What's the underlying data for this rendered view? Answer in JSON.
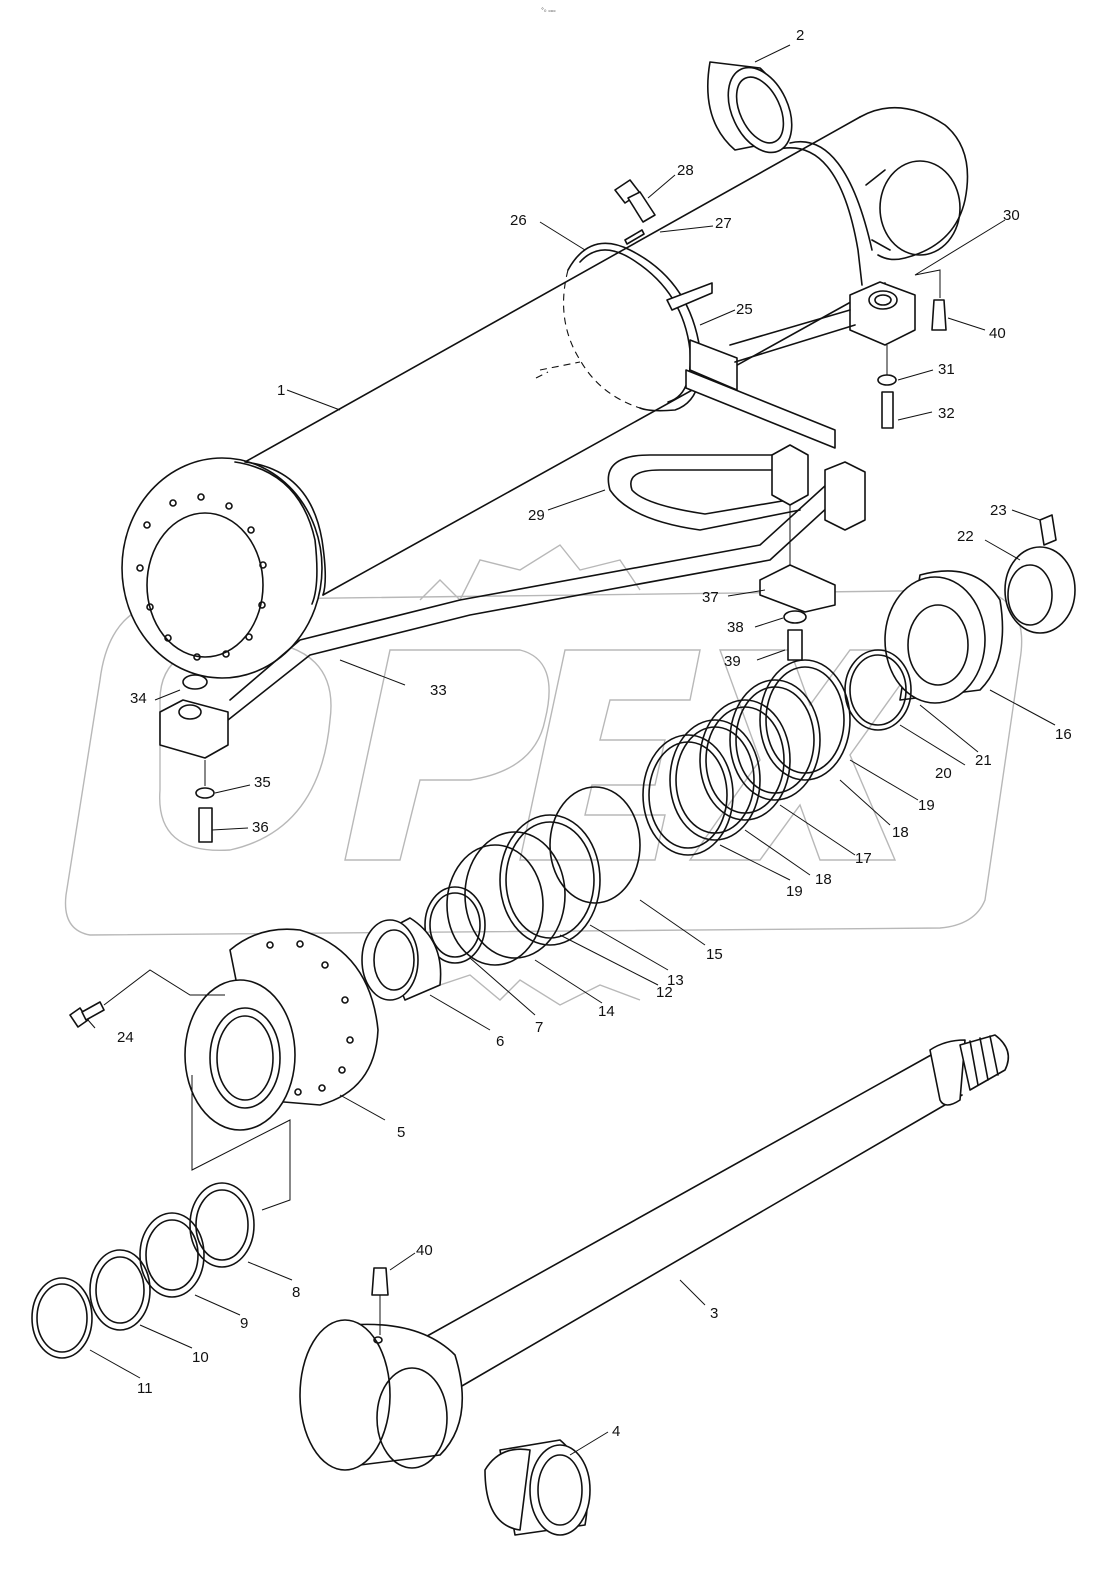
{
  "header_mark": "°₀ ₒₒₒ",
  "watermark": "OPEX",
  "callouts": [
    {
      "id": "c1",
      "num": "1"
    },
    {
      "id": "c2",
      "num": "2"
    },
    {
      "id": "c3",
      "num": "3"
    },
    {
      "id": "c4",
      "num": "4"
    },
    {
      "id": "c5",
      "num": "5"
    },
    {
      "id": "c6",
      "num": "6"
    },
    {
      "id": "c7",
      "num": "7"
    },
    {
      "id": "c8",
      "num": "8"
    },
    {
      "id": "c9",
      "num": "9"
    },
    {
      "id": "c10",
      "num": "10"
    },
    {
      "id": "c11",
      "num": "11"
    },
    {
      "id": "c12",
      "num": "12"
    },
    {
      "id": "c13",
      "num": "13"
    },
    {
      "id": "c14",
      "num": "14"
    },
    {
      "id": "c15",
      "num": "15"
    },
    {
      "id": "c16",
      "num": "16"
    },
    {
      "id": "c17",
      "num": "17"
    },
    {
      "id": "c18a",
      "num": "18"
    },
    {
      "id": "c18b",
      "num": "18"
    },
    {
      "id": "c19a",
      "num": "19"
    },
    {
      "id": "c19b",
      "num": "19"
    },
    {
      "id": "c20",
      "num": "20"
    },
    {
      "id": "c21",
      "num": "21"
    },
    {
      "id": "c22",
      "num": "22"
    },
    {
      "id": "c23",
      "num": "23"
    },
    {
      "id": "c24",
      "num": "24"
    },
    {
      "id": "c25",
      "num": "25"
    },
    {
      "id": "c26",
      "num": "26"
    },
    {
      "id": "c27",
      "num": "27"
    },
    {
      "id": "c28",
      "num": "28"
    },
    {
      "id": "c29",
      "num": "29"
    },
    {
      "id": "c30",
      "num": "30"
    },
    {
      "id": "c31",
      "num": "31"
    },
    {
      "id": "c32",
      "num": "32"
    },
    {
      "id": "c33",
      "num": "33"
    },
    {
      "id": "c34",
      "num": "34"
    },
    {
      "id": "c35",
      "num": "35"
    },
    {
      "id": "c36",
      "num": "36"
    },
    {
      "id": "c37",
      "num": "37"
    },
    {
      "id": "c38",
      "num": "38"
    },
    {
      "id": "c39",
      "num": "39"
    },
    {
      "id": "c40a",
      "num": "40"
    },
    {
      "id": "c40b",
      "num": "40"
    }
  ]
}
